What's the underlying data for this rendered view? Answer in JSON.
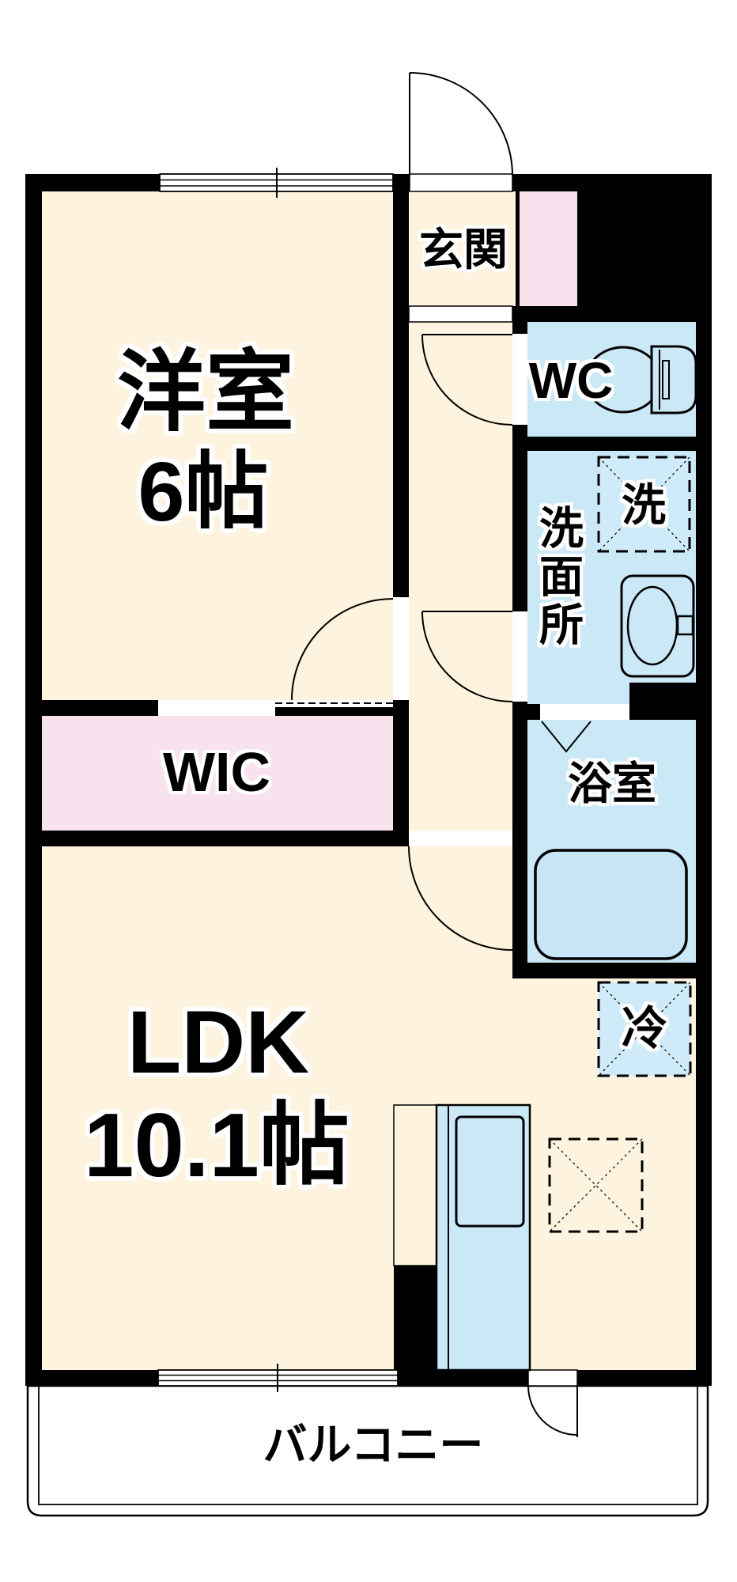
{
  "floorplan": {
    "rooms": {
      "entrance": {
        "label": "玄関"
      },
      "western_room": {
        "label": "洋室",
        "size": "6帖"
      },
      "wic": {
        "label": "WIC"
      },
      "toilet": {
        "label": "WC"
      },
      "washroom": {
        "label": "洗面所"
      },
      "bathroom": {
        "label": "浴室"
      },
      "ldk": {
        "label": "LDK",
        "size": "10.1帖"
      },
      "balcony": {
        "label": "バルコニー"
      }
    },
    "fixtures": {
      "washing_machine": {
        "label": "洗"
      },
      "refrigerator": {
        "label": "冷"
      }
    },
    "colors": {
      "wall": "#000000",
      "floor_cream": "#fdf3de",
      "wet_area_blue": "#cbe8f7",
      "closet_pink": "#f8e2ee",
      "bathtub_blue": "#c6e5f6",
      "background": "#ffffff"
    }
  }
}
